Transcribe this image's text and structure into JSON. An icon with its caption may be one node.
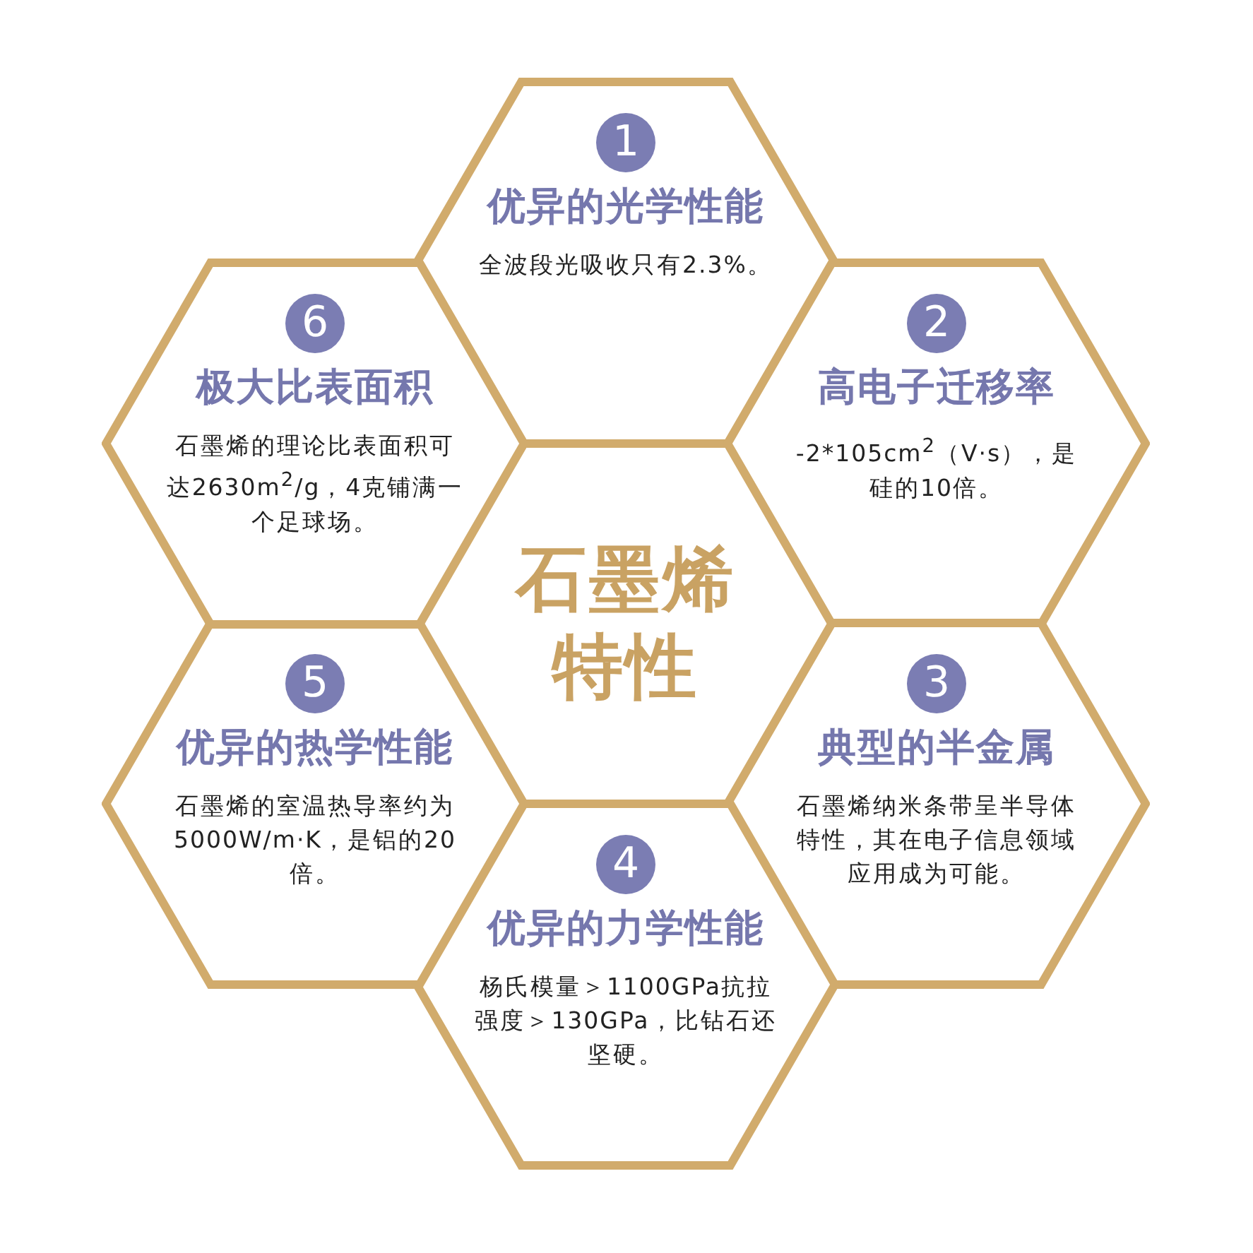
{
  "diagram": {
    "nodes": [
      {
        "text": [
          "石墨烯特性"
        ]
      },
      {
        "text": [
          "1",
          "优异的光学性能",
          "全波段光吸收只有2.3%。"
        ]
      },
      {
        "text": [
          "2",
          "高电子迁移率",
          "-2*105cm$^{2}$（V·s），是硅的10倍。"
        ]
      },
      {
        "text": [
          "3",
          "典型的半金属",
          "石墨烯纳米条带呈半导体特性，其在电子信息领域应用成为可能。"
        ]
      },
      {
        "text": [
          "4",
          "优异的力学性能",
          "杨氏模量＞1100GPa抗拉强度＞130GPa，比钻石还坚硬。"
        ]
      },
      {
        "text": [
          "5",
          "优异的热学性能",
          "石墨烯的室温热导率约为5000W/m·K，是铝的20倍。"
        ]
      },
      {
        "text": [
          "6",
          "极大比表面积",
          "石墨烯的理论比表面积可达2630m$^{2}$/g，4克铺满一个足球场。"
        ]
      }
    ]
  }
}
